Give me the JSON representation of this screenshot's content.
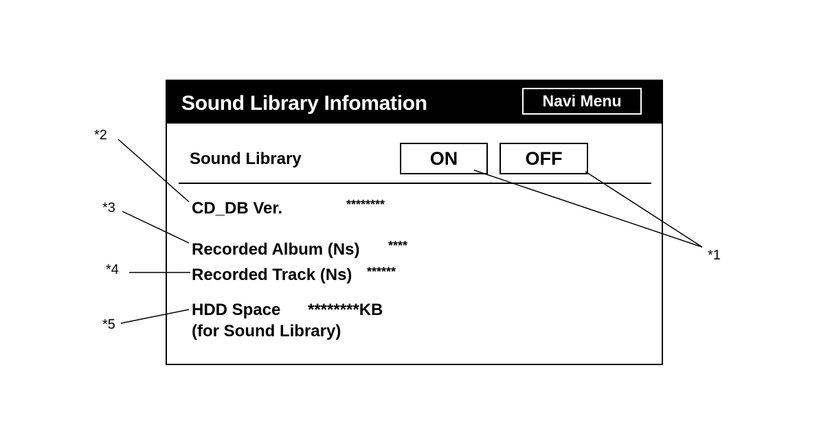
{
  "header": {
    "title": "Sound Library Infomation",
    "navi_menu_label": "Navi Menu"
  },
  "sound_library": {
    "label": "Sound Library",
    "on_label": "ON",
    "off_label": "OFF"
  },
  "info": {
    "cd_db_label": "CD_DB Ver.",
    "cd_db_value": "********",
    "album_label": "Recorded Album (Ns)",
    "album_value": "****",
    "track_label": "Recorded Track (Ns)",
    "track_value": "******",
    "hdd_label": "HDD Space",
    "hdd_value": "********KB",
    "hdd_sub_label": "(for  Sound Library)"
  },
  "callouts": {
    "c1": "*1",
    "c2": "*2",
    "c3": "*3",
    "c4": "*4",
    "c5": "*5"
  }
}
